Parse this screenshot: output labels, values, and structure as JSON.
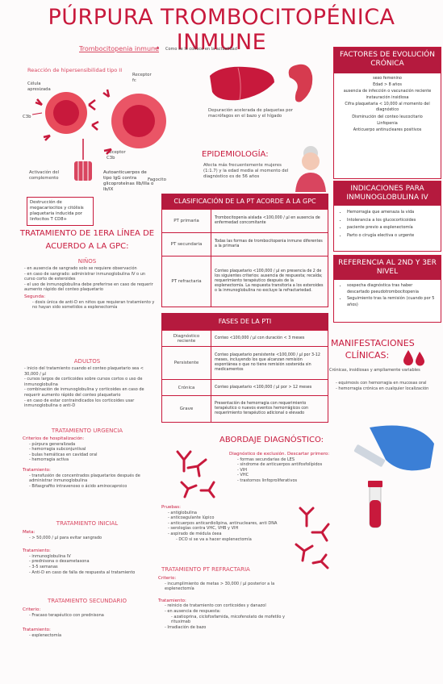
{
  "title": "PÚRPURA TROMBOCITOPÉNICA INMUNE",
  "intro": {
    "term": "Trombocitopenia inmune",
    "definition": "Como se le conoce en la actualidad"
  },
  "mechanism": {
    "heading": "Reacción de hipersensibilidad tipo II",
    "labels": {
      "cell": "Célula apresizada",
      "receptor_fc": "Receptor fc",
      "c3b": "C3b",
      "receptor_c3b": "Receptor C3b",
      "fagocito": "Fagocito",
      "complement": "Activación del complemento"
    },
    "autoantibodies": "Autoanticuerpos de tipo IgG contra glicoproteínas IIb/IIIa o Ib/IX",
    "megakaryocytes": "Destrucción de megacariocitos y citólisis plaquetaria inducida por linfocitos T CD8+",
    "spleen_note": "Depuración acelerada de plaquetas por macrófagos en el bazo y el hígado"
  },
  "epidemiology": {
    "heading": "EPIDEMIOLOGÍA:",
    "text": "Afecta más frecuentemente mujeres (1:1.7) y la edad media al momento del diagnóstico es de 56 años"
  },
  "factors": {
    "heading": "FACTORES DE EVOLUCIÓN CRÓNICA",
    "items": [
      "sexo femenino",
      "Edad > 8 años",
      "ausencia de infección o vacunación reciente",
      "instauración insidiosa",
      "Cifra plaquetaria < 10,000 al momento del diagnóstico",
      "Disminución del conteo leucocitario",
      "Linfopenia",
      "Anticuerpo antinucleares positivos"
    ]
  },
  "indications": {
    "heading": "INDICACIONES PARA INMUNOGLOBULINA IV",
    "items": [
      "Hemorragia que amenaza la vida",
      "Intolerancia a los glucocorticoides",
      "paciente previo a esplenectomía",
      "Parto o cirugía electiva o urgente"
    ]
  },
  "referral": {
    "heading": "REFERENCIA AL 2ND Y 3ER NIVEL",
    "items": [
      "sospecha diagnóstica tras haber descartado pseudotrombocitopenia",
      "Seguimiento tras la remisión (cuando por 5 años)"
    ]
  },
  "classification": {
    "heading": "CLASIFICACIÓN DE LA PT ACORDE A LA GPC",
    "rows": [
      {
        "key": "PT primaria",
        "text": "Trombocitopenia aislada <100,000 / µl en ausencia de enfermedad concomitante"
      },
      {
        "key": "PT secundaria",
        "text": "Todas las formas de trombocitopenia inmune diferentes a la primaria"
      },
      {
        "key": "PT refractaria",
        "text": "Conteo plaquetario <100,000 / µl en presencia de 2 de los siguientes criterios: ausencia de respuesta; recaída; requerimiento terapéutico después de la esplenectomía. La respuesta transitoria a los esteroides o la inmunoglobulina no excluye la refractariedad."
      }
    ]
  },
  "phases": {
    "heading": "FASES DE LA PTI",
    "rows": [
      {
        "key": "Diagnóstico reciente",
        "text": "Conteo <100,000 / µl con duración < 3 meses"
      },
      {
        "key": "Persistente",
        "text": "Conteo plaquetario persistente <100,000 / µl por 3-12 meses, incluyendo los que alcanzan remisión espontánea o que no tiene remisión sostenida sin medicamentos"
      },
      {
        "key": "Crónica",
        "text": "Conteo plaquetario <100,000 / µl por > 12 meses"
      },
      {
        "key": "Grave",
        "text": "Presentación de hemorragia con requerimiento terapéutico o nuevos eventos hemorrágicos con requerimiento terapéutico adicional o elevado"
      }
    ]
  },
  "treatment": {
    "heading": "TRATAMIENTO DE 1ERA LÍNEA DE ACUERDO A LA GPC:",
    "ninos": {
      "heading": "NIÑOS",
      "items": [
        "en ausencia de sangrado solo se requiere observación",
        "en caso de sangrado: administrar inmunoglobulina IV o un curso corto de esteroides",
        "el uso de inmunoglobulina debe preferirse en caso de requerir aumento rápido del conteo plaquetario"
      ],
      "seg_label": "Segunda:",
      "seg_items": [
        "dosis única de anti-D en niños que requieran tratamiento y no hayan sido sometidos a esplenectomía"
      ]
    },
    "adultos": {
      "heading": "ADULTOS",
      "items": [
        "inicio del tratamiento cuando el conteo plaquetario sea < 30,000 / µl",
        "cursos largos de corticoides sobre cursos cortos o uso de inmunoglobulina",
        "combinación de inmunoglobulina y corticoides en caso de requerir aumento rápido del conteo plaquetario",
        "en caso de estar contraindicados los corticoides usar inmunoglobulina o anti-D"
      ]
    }
  },
  "urgencia": {
    "heading": "TRATAMIENTO URGENCIA",
    "crit_label": "Criterios de hospitalización:",
    "crit_items": [
      "púrpura generalizada",
      "hemorragia subconjuntival",
      "bulas hemáticas en cavidad oral",
      "hemorragia activa"
    ],
    "tx_label": "Tratamiento:",
    "tx_items": [
      "transfusión de concentrados plaquetarios después de administrar inmunoglobulina",
      "Bifasgrafito intravenoso o ácido aminocaproico"
    ]
  },
  "inicial": {
    "heading": "TRATAMIENTO INICIAL",
    "meta_label": "Meta:",
    "meta_items": [
      "> 50,000 / µl para evitar sangrado"
    ],
    "tx_label": "Tratamiento:",
    "tx_items": [
      "inmunoglobulina IV",
      "prednisona o dexametasona",
      "3-5 semanas",
      "Anti-D en caso de falla de respuesta al tratamiento"
    ]
  },
  "secundario": {
    "heading": "TRATAMIENTO SECUNDARIO",
    "crit_label": "Criterio:",
    "crit_items": [
      "Fracaso terapéutico con prednisona"
    ],
    "tx_label": "Tratamiento:",
    "tx_items": [
      "esplenectomía"
    ]
  },
  "diagnosis": {
    "heading": "ABORDAJE DIAGNÓSTICO:",
    "excl_label": "Diagnóstico de exclusión. Descartar primero:",
    "excl_items": [
      "formas secundarias de LES",
      "síndrome de anticuerpos antifosfolípidos",
      "VIH",
      "VHC",
      "trastornos linfoproliferativos"
    ],
    "tests_label": "Pruebas:",
    "tests_items": [
      "antiglobulina",
      "anticoagulante lúpico",
      "anticuerpos anticardiolipina, antinucleares, anti DNA",
      "serologías contra VHC, VHB y VIH",
      "aspirado de médula ósea",
      "DCO si se va a hacer esplenectomía"
    ]
  },
  "refractaria": {
    "heading": "TRATAMIENTO PT REFRACTARIA",
    "crit_label": "Criterio:",
    "crit_items": [
      "incumplimiento de metas > 30,000 / µl posterior a la esplenectomía"
    ],
    "tx_label": "Tratamiento:",
    "tx_items": [
      "reinicio de tratamiento con corticoides y danazol",
      "en ausencia de respuesta:",
      "azatioprina, ciclofosfamida, micofenolato de mofetilo y rituximab",
      "Irradiación de bazo"
    ]
  },
  "manifestations": {
    "heading": "MANIFESTACIONES CLÍNICAS:",
    "text": "Crónicas, insidiosas y ampliamente variables",
    "items": [
      "equimosis con hemorragia en mucosas oral",
      "hemorragia crónica en cualquier localización"
    ]
  },
  "colors": {
    "accent": "#c8193c",
    "header": "#b51a3e",
    "pink": "#d9455f"
  }
}
